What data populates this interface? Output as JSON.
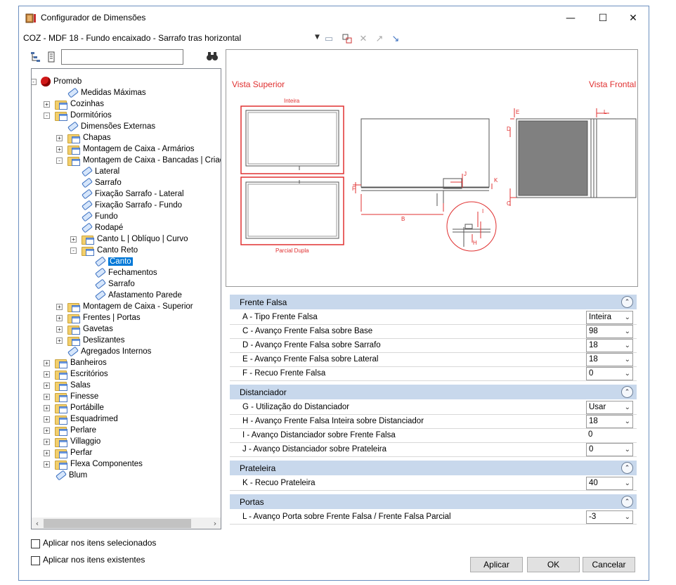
{
  "window": {
    "title": "Configurador de Dimensões",
    "minimize": "—",
    "maximize": "☐",
    "close": "✕"
  },
  "pathbar": {
    "text": "COZ - MDF 18 - Fundo encaixado - Sarrafo tras horizontal"
  },
  "search": {
    "value": ""
  },
  "tree": {
    "root": "Promob",
    "items": [
      "Medidas Máximas",
      "Cozinhas",
      "Dormitórios",
      "Dimensões Externas",
      "Chapas",
      "Montagem de Caixa - Armários",
      "Montagem de Caixa - Bancadas | Criado",
      "Lateral",
      "Sarrafo",
      "Fixação Sarrafo - Lateral",
      "Fixação Sarrafo - Fundo",
      "Fundo",
      "Rodapé",
      "Canto L | Oblíquo | Curvo",
      "Canto Reto",
      "Canto",
      "Fechamentos",
      "Sarrafo",
      "Afastamento Parede",
      "Montagem de Caixa - Superior",
      "Frentes | Portas",
      "Gavetas",
      "Deslizantes",
      "Agregados Internos",
      "Banheiros",
      "Escritórios",
      "Salas",
      "Finesse",
      "Portábille",
      "Esquadrimed",
      "Perlare",
      "Villaggio",
      "Perfar",
      "Flexa Componentes",
      "Blum"
    ]
  },
  "checkboxes": {
    "selected": "Aplicar nos itens selecionados",
    "existing": "Aplicar nos itens existentes"
  },
  "drawing": {
    "vista_superior": "Vista Superior",
    "vista_frontal": "Vista Frontal",
    "inteira": "Inteira",
    "parcial_dupla": "Parcial Dupla",
    "letters": {
      "E": "E",
      "D": "D",
      "L": "L",
      "C": "C",
      "F": "F",
      "B": "B",
      "J": "J",
      "K": "K",
      "I": "I",
      "H": "H"
    }
  },
  "grid": {
    "sections": [
      {
        "title": "Frente Falsa",
        "rows": [
          {
            "label": "A - Tipo Frente Falsa",
            "value": "Inteira"
          },
          {
            "label": "C - Avanço Frente Falsa sobre Base",
            "value": "98"
          },
          {
            "label": "D - Avanço Frente Falsa sobre Sarrafo",
            "value": "18"
          },
          {
            "label": "E - Avanço Frente Falsa sobre Lateral",
            "value": "18"
          },
          {
            "label": "F - Recuo Frente Falsa",
            "value": "0"
          }
        ]
      },
      {
        "title": "Distanciador",
        "rows": [
          {
            "label": "G - Utilização do Distanciador",
            "value": "Usar"
          },
          {
            "label": "H - Avanço Frente Falsa Inteira sobre Distanciador",
            "value": "18"
          },
          {
            "label": "I - Avanço Distanciador sobre Frente Falsa",
            "value": "0"
          },
          {
            "label": "J - Avanço Distanciador sobre Prateleira",
            "value": "0"
          }
        ]
      },
      {
        "title": "Prateleira",
        "rows": [
          {
            "label": "K - Recuo Prateleira",
            "value": "40"
          }
        ]
      },
      {
        "title": "Portas",
        "rows": [
          {
            "label": "L - Avanço Porta sobre Frente Falsa / Frente Falsa Parcial",
            "value": "-3"
          }
        ]
      }
    ]
  },
  "buttons": {
    "apply": "Aplicar",
    "ok": "OK",
    "cancel": "Cancelar"
  }
}
